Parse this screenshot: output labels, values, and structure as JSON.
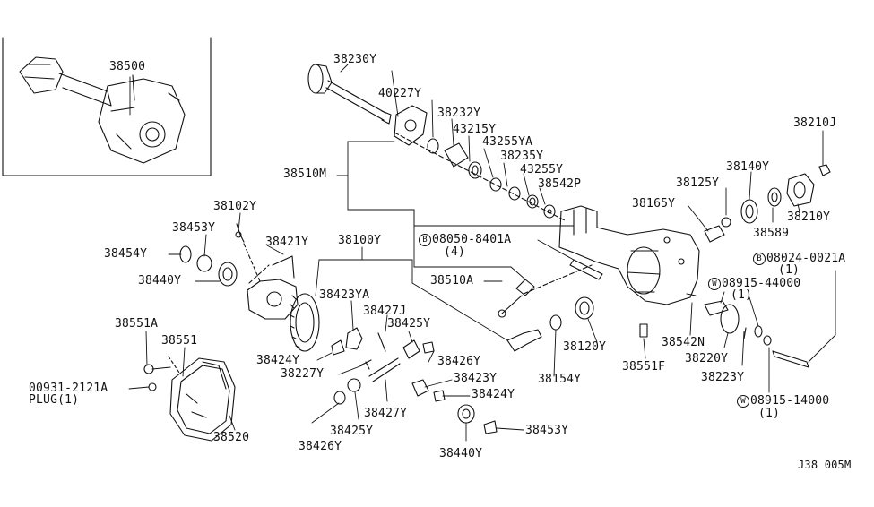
{
  "diagram_code": "J38 005M",
  "parts": {
    "p38500": "38500",
    "p38230Y": "38230Y",
    "p40227Y": "40227Y",
    "p38232Y": "38232Y",
    "p43215Y": "43215Y",
    "p43255YA": "43255YA",
    "p38235Y": "38235Y",
    "p43255Y": "43255Y",
    "p38542P": "38542P",
    "p38210J": "38210J",
    "p38140Y": "38140Y",
    "p38125Y": "38125Y",
    "p38165Y": "38165Y",
    "p38210Y": "38210Y",
    "p38589": "38589",
    "p38510M": "38510M",
    "p38102Y": "38102Y",
    "p38453Y_a": "38453Y",
    "p38421Y": "38421Y",
    "p38100Y": "38100Y",
    "p38454Y": "38454Y",
    "p38440Y_a": "38440Y",
    "p08050": "08050-8401A",
    "p08050_qty": "(4)",
    "p08024": "08024-0021A",
    "p08024_qty": "(1)",
    "p38510A": "38510A",
    "p08915_44": "08915-44000",
    "p08915_44_qty": "(1)",
    "p38423YA": "38423YA",
    "p38427J": "38427J",
    "p38425Y_a": "38425Y",
    "p38551A": "38551A",
    "p38551": "38551",
    "p38424Y_a": "38424Y",
    "p38227Y": "38227Y",
    "p38426Y_a": "38426Y",
    "p38120Y": "38120Y",
    "p38542N": "38542N",
    "p38220Y": "38220Y",
    "p38223Y": "38223Y",
    "p38154Y": "38154Y",
    "p38551F": "38551F",
    "p38423Y": "38423Y",
    "p00931": "00931-2121A",
    "p00931_plug": "PLUG(1)",
    "p38424Y_b": "38424Y",
    "p38427Y": "38427Y",
    "p38425Y_b": "38425Y",
    "p38520": "38520",
    "p08915_14": "08915-14000",
    "p08915_14_qty": "(1)",
    "p38453Y_b": "38453Y",
    "p38426Y_b": "38426Y",
    "p38440Y_b": "38440Y"
  },
  "markers": {
    "bolt": "B",
    "washer": "W"
  }
}
